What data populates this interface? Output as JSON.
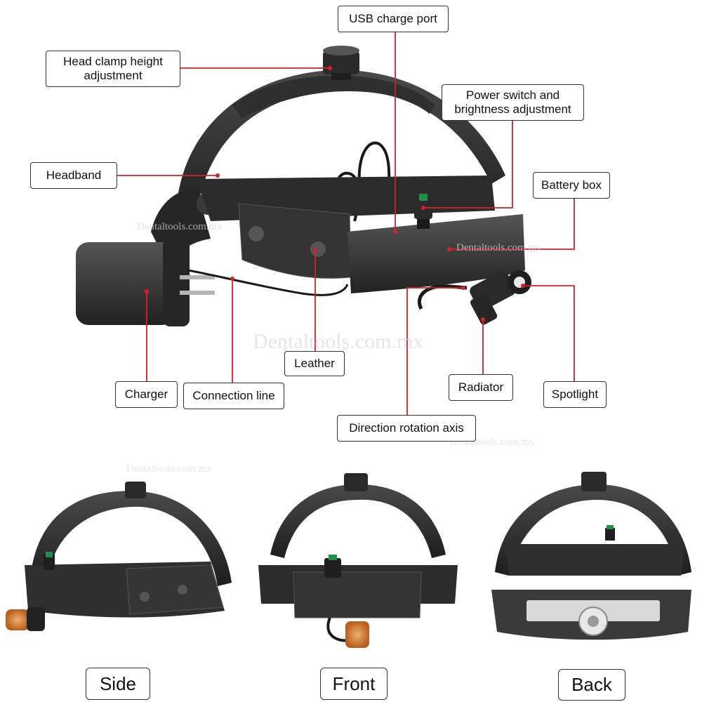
{
  "callouts": {
    "usb_charge_port": "USB charge port",
    "head_clamp_line1": "Head clamp height",
    "head_clamp_line2": "adjustment",
    "power_switch_line1": "Power switch and",
    "power_switch_line2": "brightness adjustment",
    "headband": "Headband",
    "battery_box": "Battery box",
    "leather": "Leather",
    "charger": "Charger",
    "connection_line": "Connection line",
    "radiator": "Radiator",
    "spotlight": "Spotlight",
    "direction_rotation_axis": "Direction rotation axis"
  },
  "views": {
    "side": "Side",
    "front": "Front",
    "back": "Back"
  },
  "watermark": "Dentaltools.com.mx",
  "colors": {
    "leader_line": "#d6202a",
    "device_dark": "#2b2b2b",
    "device_mid": "#3c3c3c",
    "lamp_amber": "#d9823a"
  }
}
